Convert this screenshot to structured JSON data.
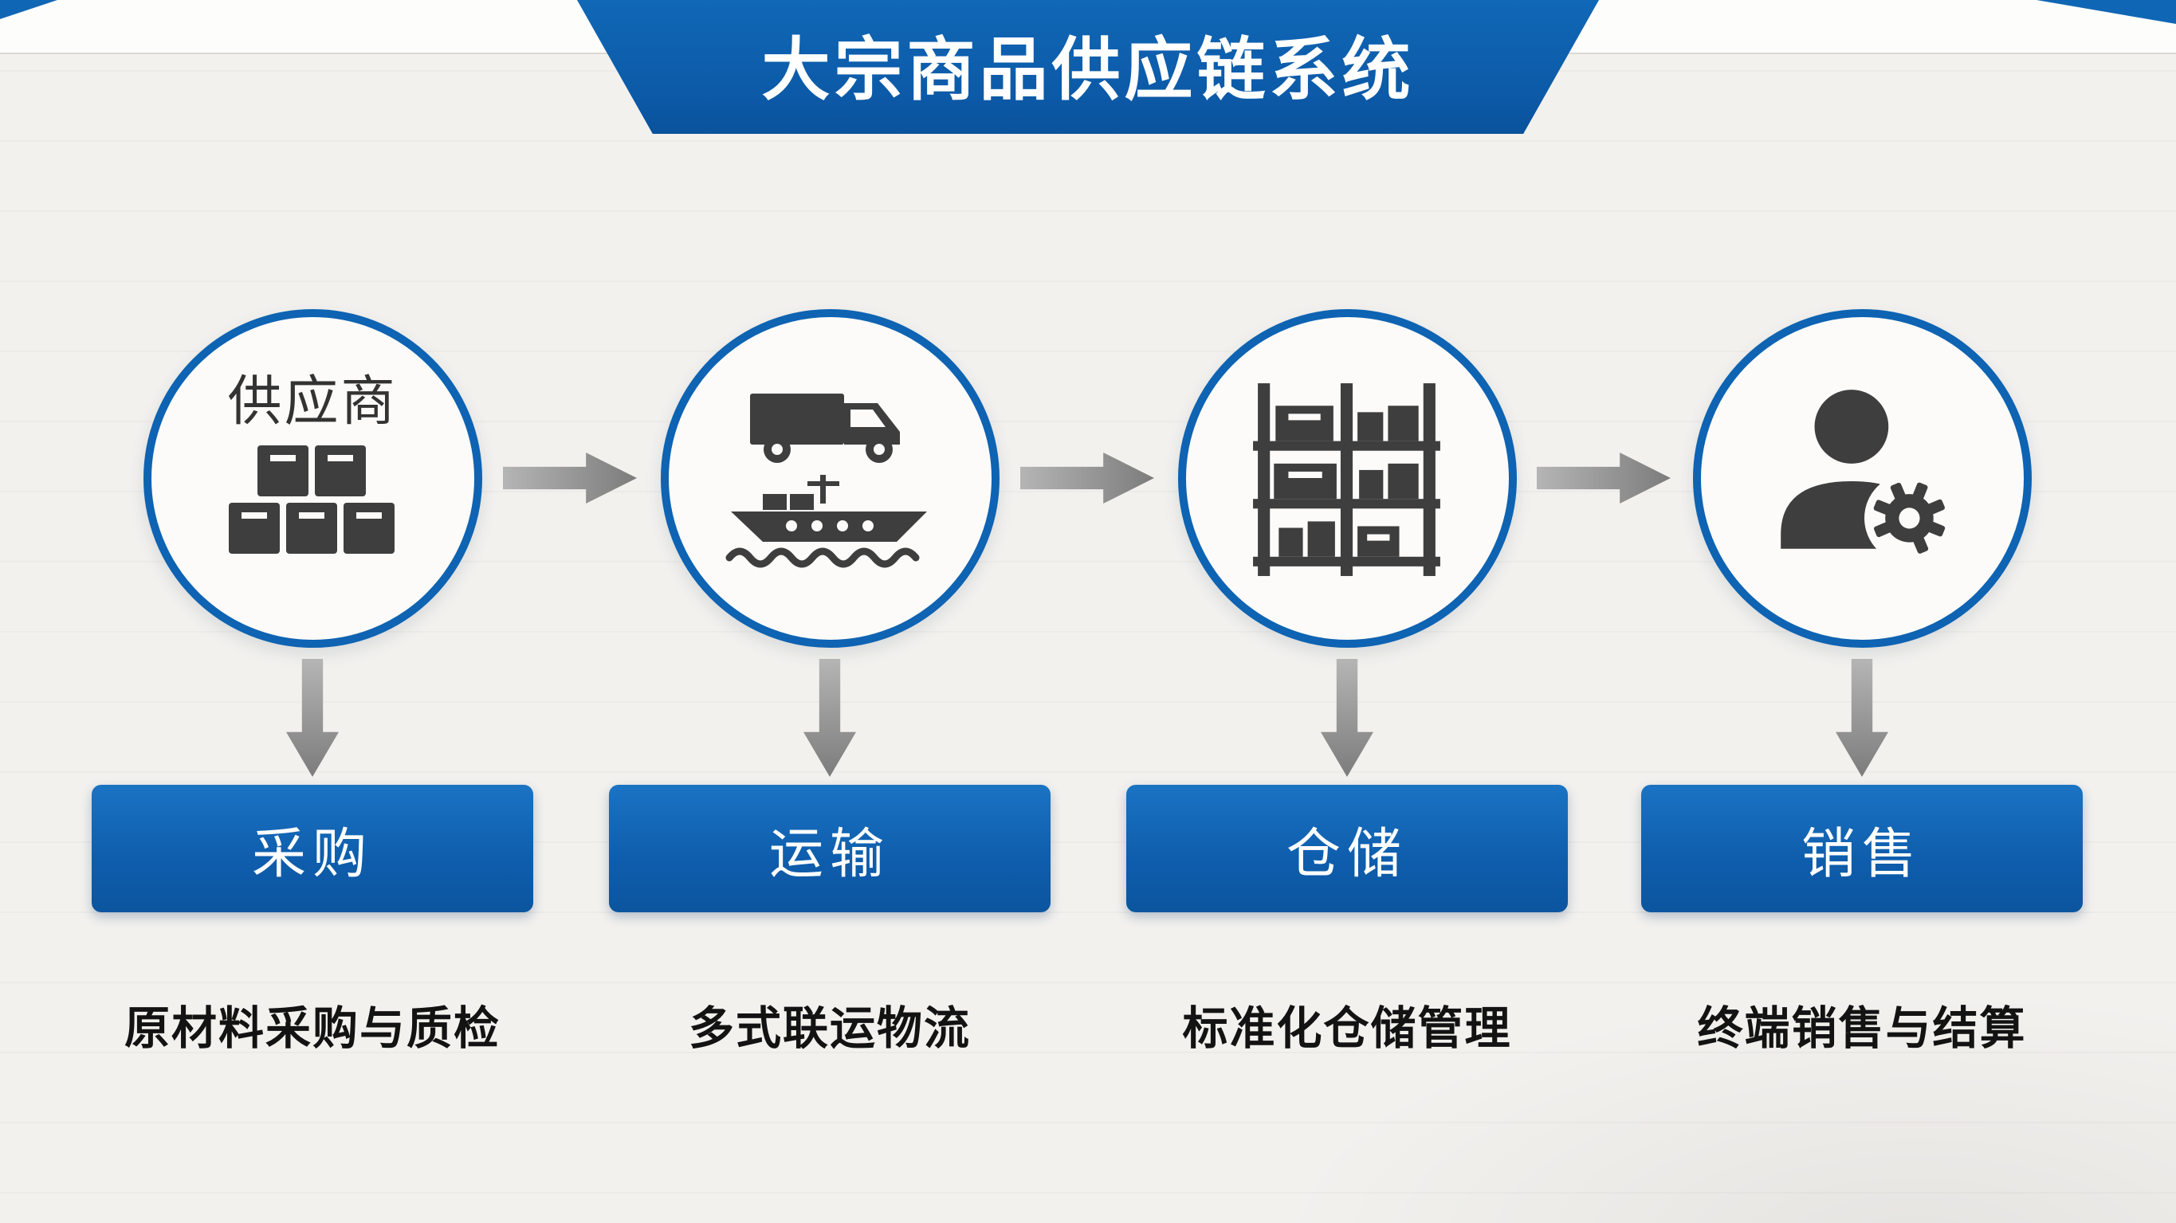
{
  "header": {
    "title": "大宗商品供应链系统"
  },
  "colors": {
    "primary_blue": "#0e63b2",
    "banner_blue": "#0c5aa8",
    "icon_gray": "#3e3e3e",
    "arrow_gray": "#8c8c8c",
    "background": "#f2f1ee",
    "description_text": "#131313"
  },
  "stages": [
    {
      "circle_label": "供应商",
      "icon": "supplier-boxes-icon",
      "button_label": "采购",
      "description": "原材料采购与质检"
    },
    {
      "circle_label": "",
      "icon": "truck-ship-icon",
      "button_label": "运输",
      "description": "多式联运物流"
    },
    {
      "circle_label": "",
      "icon": "warehouse-rack-icon",
      "button_label": "仓储",
      "description": "标准化仓储管理"
    },
    {
      "circle_label": "",
      "icon": "person-gear-icon",
      "button_label": "销售",
      "description": "终端销售与结算"
    }
  ]
}
